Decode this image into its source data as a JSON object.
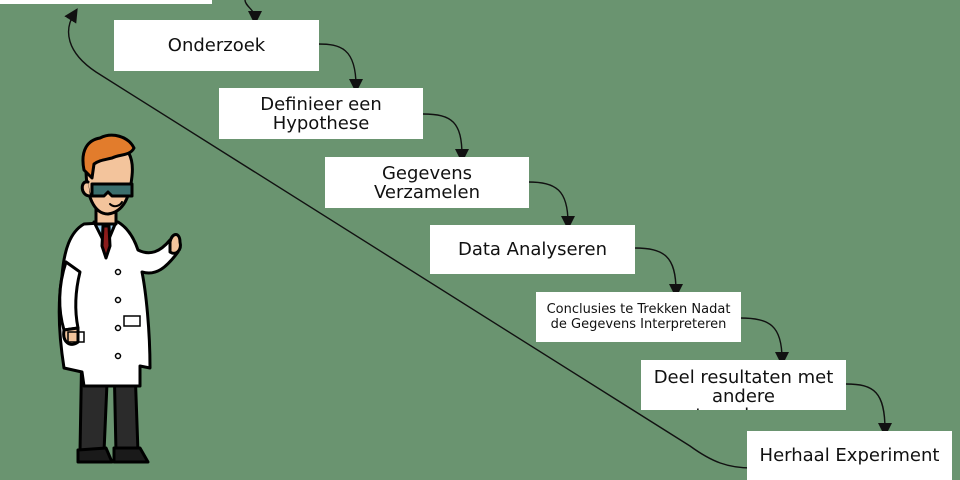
{
  "diagram": {
    "steps": [
      {
        "label": ""
      },
      {
        "label": "Onderzoek"
      },
      {
        "label": "Definieer een Hypothese"
      },
      {
        "label": "Gegevens Verzamelen"
      },
      {
        "label": "Data Analyseren"
      },
      {
        "label": "Conclusies te Trekken Nadat de Gegevens Interpreteren"
      },
      {
        "label": "Deel resultaten met andere wetenschappers"
      },
      {
        "label": "Herhaal Experiment"
      }
    ],
    "colors": {
      "background": "#6a9470",
      "box": "#ffffff",
      "arrow": "#111111"
    }
  }
}
